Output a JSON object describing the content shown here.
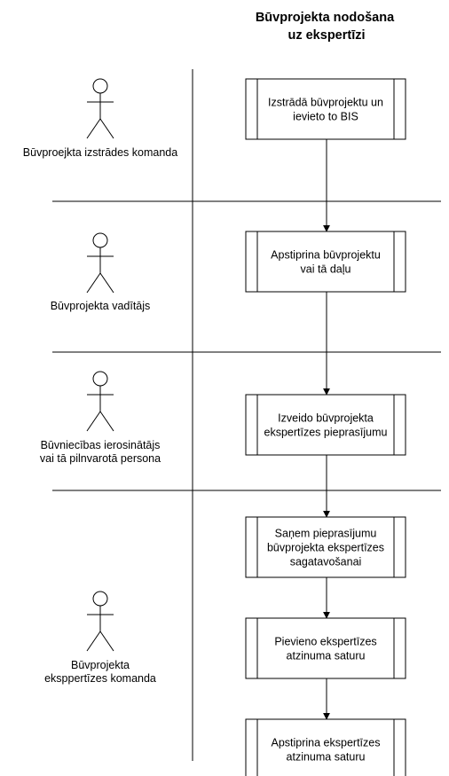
{
  "title_lines": [
    "Būvprojekta nodošana",
    "uz ekspertīzi"
  ],
  "lanes": [
    {
      "actor_lines": [
        "Būvproejkta izstrādes komanda"
      ]
    },
    {
      "actor_lines": [
        "Būvprojekta vadītājs"
      ]
    },
    {
      "actor_lines": [
        "Būvniecības ierosinātājs",
        "vai tā pilnvarotā persona"
      ]
    },
    {
      "actor_lines": [
        "Būvprojekta",
        "eksppertīzes komanda"
      ]
    }
  ],
  "steps": [
    {
      "lines": [
        "Izstrādā būvprojektu un",
        "ievieto to BIS"
      ]
    },
    {
      "lines": [
        "Apstiprina būvprojektu",
        "vai tā daļu"
      ]
    },
    {
      "lines": [
        "Izveido būvprojekta",
        "ekspertīzes pieprasījumu"
      ]
    },
    {
      "lines": [
        "Saņem pieprasījumu",
        "būvprojekta ekspertīzes",
        "sagatavošanai"
      ]
    },
    {
      "lines": [
        "Pievieno ekspertīzes",
        "atzinuma saturu"
      ]
    },
    {
      "lines": [
        "Apstiprina ekspertīzes",
        "atzinuma saturu"
      ]
    }
  ],
  "colors": {
    "stroke": "#000000",
    "fill": "#ffffff",
    "text": "#000000"
  }
}
